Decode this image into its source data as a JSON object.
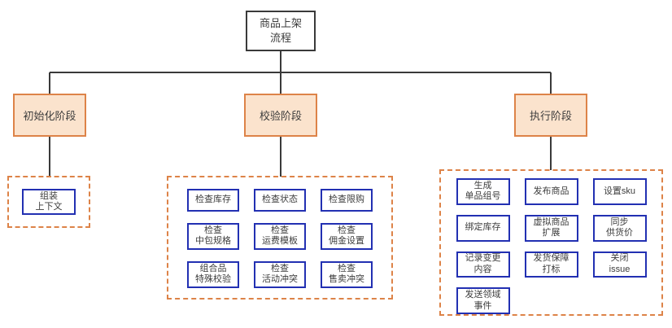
{
  "diagram": {
    "root": {
      "label": "商品上架\n流程"
    },
    "phases": [
      {
        "id": "init",
        "label": "初始化阶段"
      },
      {
        "id": "validation",
        "label": "校验阶段"
      },
      {
        "id": "execution",
        "label": "执行阶段"
      }
    ],
    "groups": {
      "init": [
        "组装\n上下文"
      ],
      "validation": [
        "检查库存",
        "检查状态",
        "检查限购",
        "检查\n中包规格",
        "检查\n运费模板",
        "检查\n佣金设置",
        "组合品\n特殊校验",
        "检查\n活动冲突",
        "检查\n售卖冲突"
      ],
      "execution": [
        "生成\n单品组号",
        "发布商品",
        "设置sku",
        "绑定库存",
        "虚拟商品\n扩展",
        "同步\n供货价",
        "记录变更\n内容",
        "发货保障\n打标",
        "关闭\nissue",
        "发送领域\n事件"
      ]
    },
    "colors": {
      "phase_fill": "#fbe3cd",
      "phase_border": "#dd8348",
      "group_border": "#dd8348",
      "task_border": "#2230b2",
      "line": "#3a3a3a",
      "text": "#3d3d3d"
    }
  }
}
